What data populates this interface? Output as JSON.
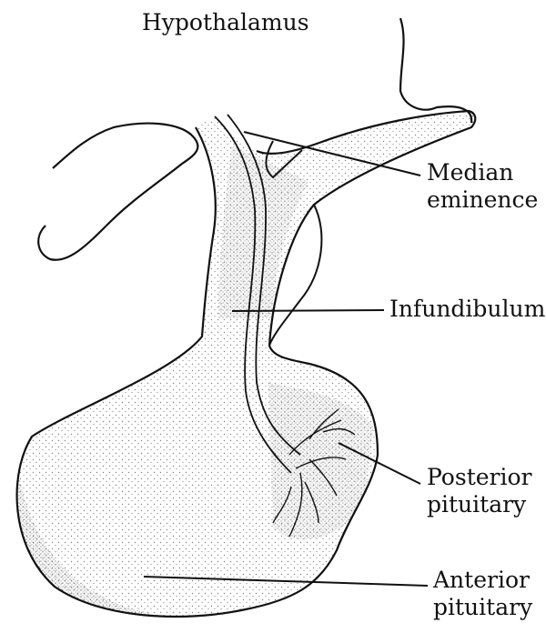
{
  "title": "Hypothalamus",
  "labels": {
    "median_eminence": [
      "Median",
      "eminence"
    ],
    "infundibulum": "Infundibulum",
    "posterior_pituitary": [
      "Posterior",
      "pituitary"
    ],
    "anterior_pituitary": [
      "Anterior",
      "pituitary"
    ]
  },
  "colors": {
    "ink": "#111111",
    "background": "#ffffff"
  }
}
